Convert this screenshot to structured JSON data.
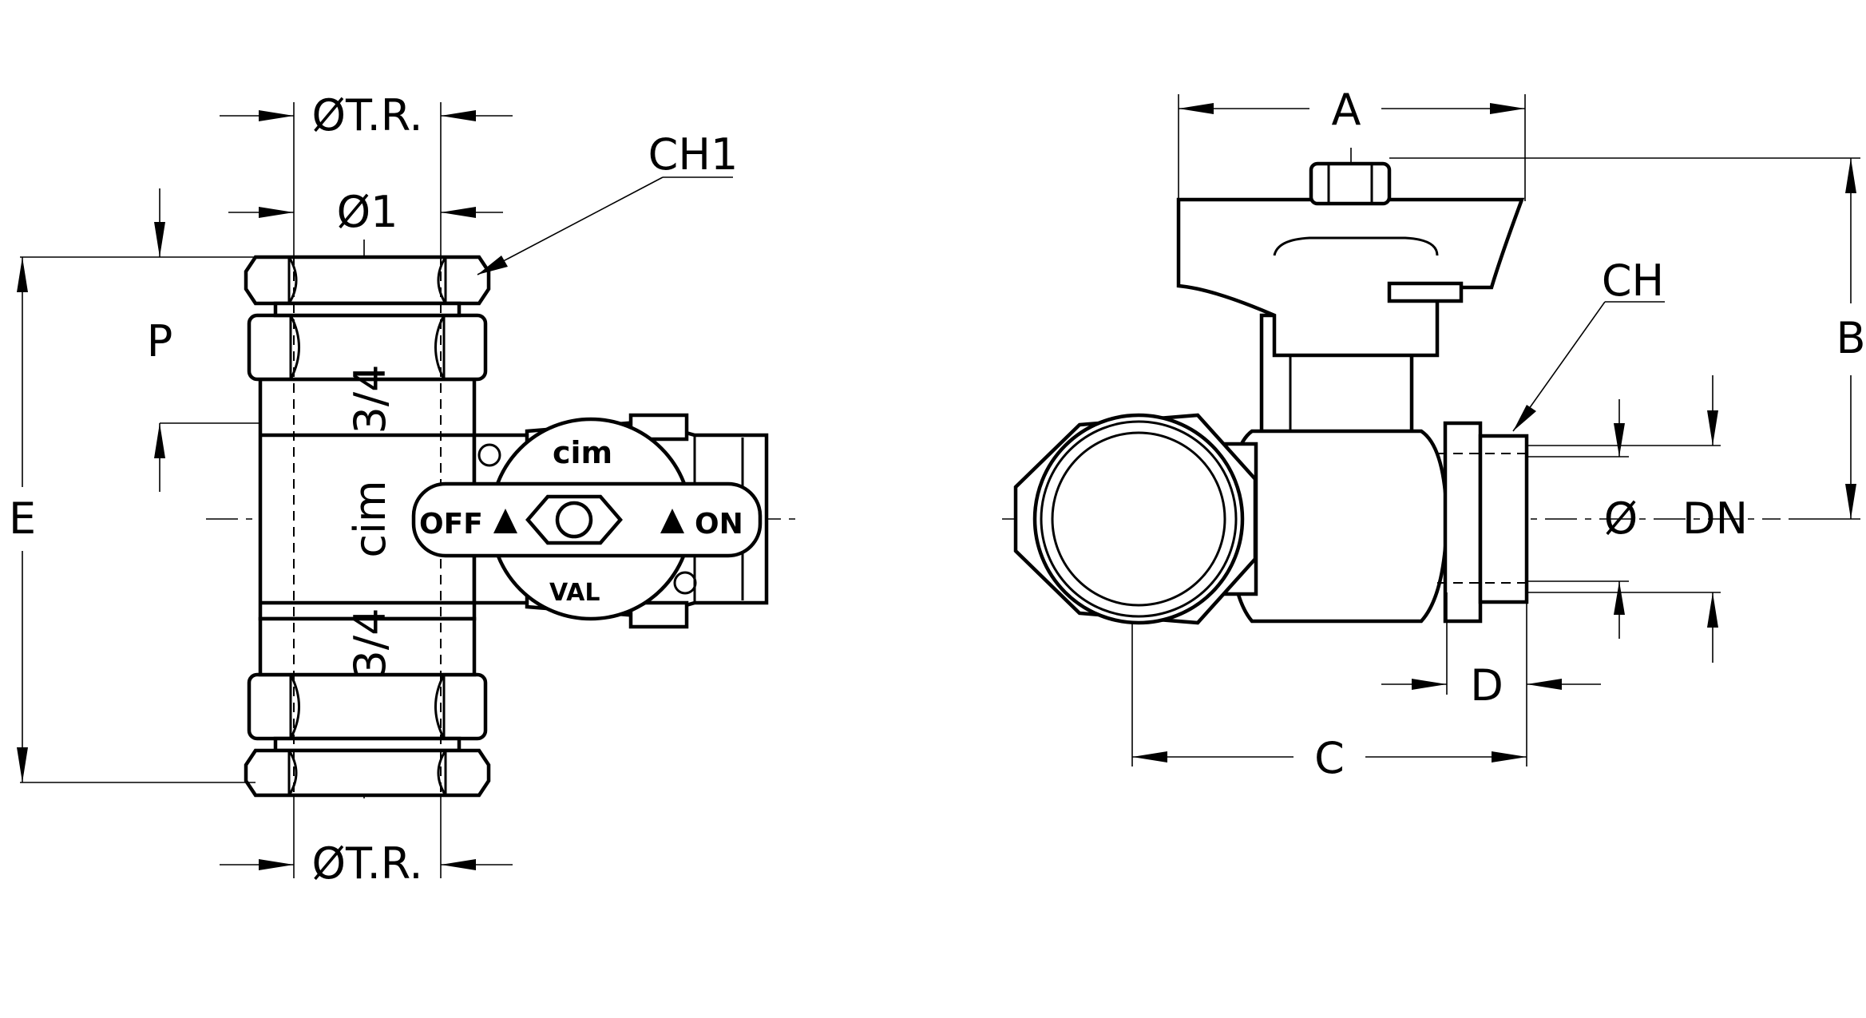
{
  "left_view": {
    "dim_tr_top": "ØT.R.",
    "dim_o1": "Ø1",
    "dim_ch1": "CH1",
    "dim_p": "P",
    "dim_e": "E",
    "dim_tr_bottom": "ØT.R.",
    "body_logo": "cim",
    "thread_top": "3/4",
    "thread_bottom": "3/4",
    "handle_off": "OFF",
    "handle_on": "ON",
    "dial_top": "cim",
    "dial_bottom": "VAL"
  },
  "right_view": {
    "dim_a": "A",
    "dim_b": "B",
    "dim_c": "C",
    "dim_ch": "CH",
    "dim_d": "D",
    "dim_dia": "Ø",
    "dim_dn": "DN"
  },
  "colors": {
    "line": "#000000",
    "background": "#ffffff"
  }
}
